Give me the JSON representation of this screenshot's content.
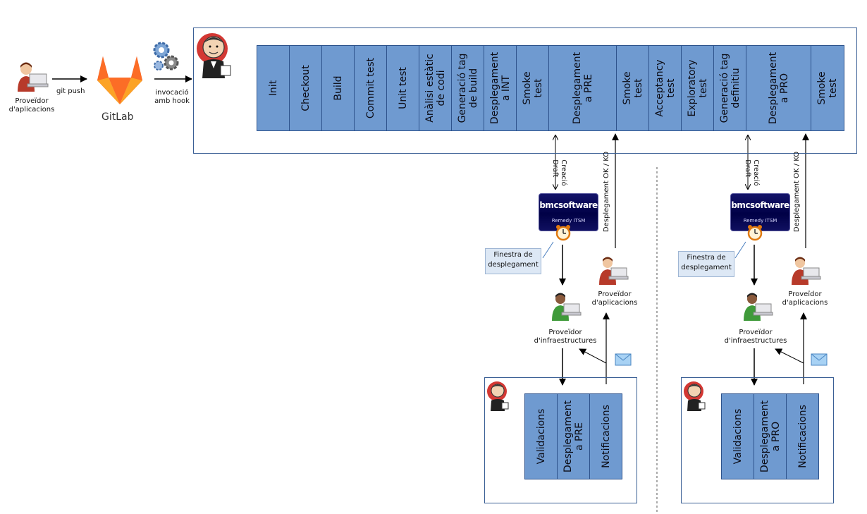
{
  "source": {
    "person_label": "Proveïdor\nd'aplicacions",
    "push_label": "git push",
    "gitlab_label": "GitLab",
    "hook_label": "invocació\namb hook"
  },
  "pipeline": {
    "stages": [
      "Init",
      "Checkout",
      "Build",
      "Commit test",
      "Unit test",
      "Anàlisi estàtic\nde codi",
      "Generació tag\nde build",
      "Desplegament\na INT",
      "Smoke\ntest",
      "Desplegament\na PRE",
      "Smoke\ntest",
      "Acceptancy\ntest",
      "Exploratory\ntest",
      "Generació tag\ndefinitiu",
      "Desplegament\na PRO",
      "Smoke\ntest"
    ]
  },
  "pre": {
    "draft_label": "Creació\nDraft",
    "deploy_result_label": "Desplegament OK / KO",
    "itsm": {
      "brand": "bmcsoftware",
      "product": "Remedy ITSM"
    },
    "window_note": "Finestra de\ndesplegament",
    "app_provider": "Proveïdor\nd'aplicacions",
    "infra_provider": "Proveïdor\nd'infraestructures",
    "job_stages": [
      "Validacions",
      "Desplegament\na PRE",
      "Notificacions"
    ]
  },
  "pro": {
    "draft_label": "Creació\nDraft",
    "deploy_result_label": "Desplegament OK / KO",
    "itsm": {
      "brand": "bmcsoftware",
      "product": "Remedy ITSM"
    },
    "window_note": "Finestra de\ndesplegament",
    "app_provider": "Proveïdor\nd'aplicacions",
    "infra_provider": "Proveïdor\nd'infraestructures",
    "job_stages": [
      "Validacions",
      "Desplegament\na PRO",
      "Notificacions"
    ]
  },
  "icons": {
    "person": "user-laptop-icon",
    "gitlab": "gitlab-fox-icon",
    "gears": "gears-icon",
    "jenkins": "jenkins-butler-icon",
    "alarm": "alarm-clock-icon",
    "mail": "envelope-icon"
  },
  "colors": {
    "stage_fill": "#6f9ad0",
    "frame_border": "#3a5f95",
    "itsm_bg": "#000046",
    "note_bg": "#dde8f5"
  }
}
